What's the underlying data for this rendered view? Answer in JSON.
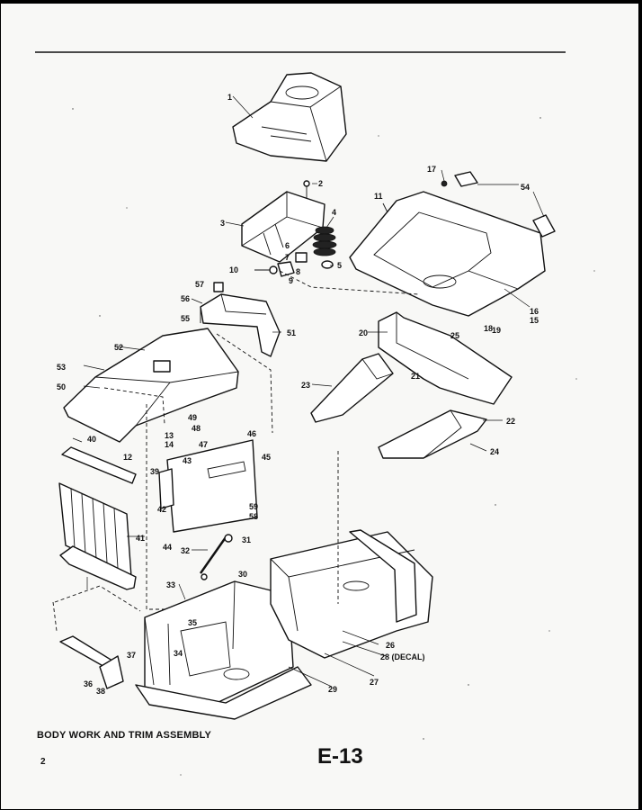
{
  "title": "BODY WORK AND TRIM ASSEMBLY",
  "page_number": "2",
  "section_code": "E-13",
  "callouts": [
    "1",
    "2",
    "3",
    "4",
    "5",
    "6",
    "7",
    "8",
    "9",
    "10",
    "11",
    "12",
    "13",
    "14",
    "15",
    "16",
    "17",
    "18",
    "19",
    "20",
    "21",
    "22",
    "23",
    "24",
    "25",
    "26",
    "27",
    "28 (DECAL)",
    "29",
    "30",
    "31",
    "32",
    "33",
    "34",
    "35",
    "36",
    "37",
    "38",
    "39",
    "40",
    "41",
    "42",
    "43",
    "44",
    "45",
    "46",
    "47",
    "48",
    "49",
    "50",
    "51",
    "52",
    "53",
    "54",
    "55",
    "56",
    "57",
    "58",
    "59"
  ]
}
